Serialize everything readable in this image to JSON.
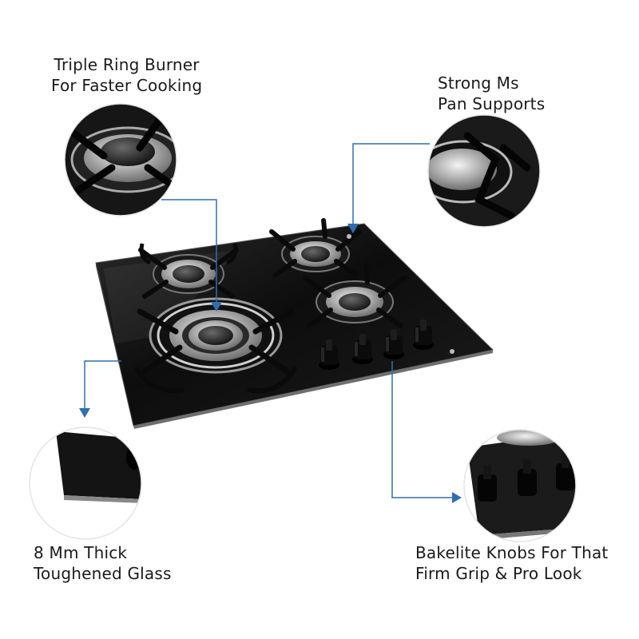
{
  "captions": {
    "triple_ring": [
      "Triple Ring Burner",
      "For Faster Cooking"
    ],
    "pan_supports": [
      "Strong Ms",
      "Pan Supports"
    ],
    "glass": [
      "8 Mm Thick",
      "Toughened Glass"
    ],
    "knobs": [
      "Bakelite Knobs For That",
      "Firm Grip & Pro Look"
    ]
  },
  "colors": {
    "leader_line": "#2f6fb0",
    "glass_top": "#111111",
    "chrome": "#c8c8c8"
  }
}
